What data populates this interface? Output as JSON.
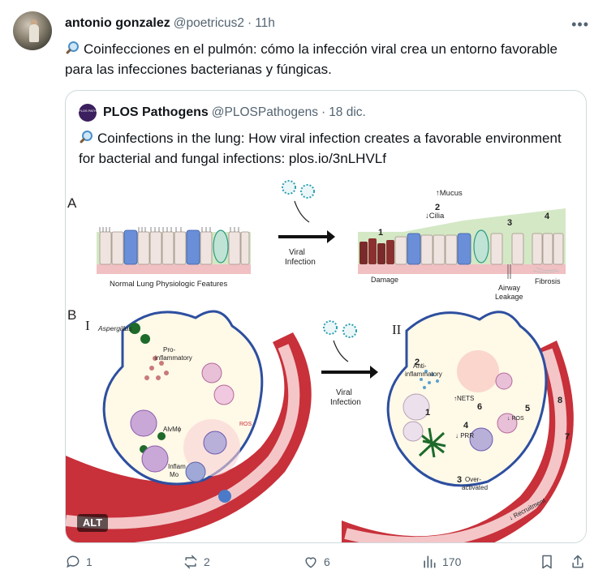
{
  "tweet": {
    "author_name": "antonio gonzalez",
    "handle": "@poetricus2",
    "separator": "·",
    "time": "11h",
    "more_icon": "more-icon",
    "text": "Coinfecciones en el pulmón: cómo la infección viral crea un entorno favorable para las infecciones bacterianas y fúngicas."
  },
  "quoted": {
    "author_name": "PLOS Pathogens",
    "avatar_text": "PLOS PATHOGENS",
    "handle": "@PLOSPathogens",
    "separator": "·",
    "time": "18 dic.",
    "text": "Coinfections in the lung: How viral infection creates a favorable environment for bacterial and fungal infections: plos.io/3nLHVLf",
    "alt_label": "ALT",
    "figure": {
      "panel_a": "A",
      "panel_b": "B",
      "normal_label": "Normal Lung Physiologic Features",
      "viral_infection": [
        "Viral",
        "Infection"
      ],
      "mucus": "↑Mucus",
      "cilia": "↓Cilia",
      "damage": "Damage",
      "airway_leakage": [
        "Airway",
        "Leakage"
      ],
      "fibrosis": "Fibrosis",
      "num_1": "1",
      "num_2": "2",
      "num_3": "3",
      "num_4": "4",
      "roman_1": "I",
      "roman_2": "II",
      "aspergillus": "Aspergillus",
      "pro_inflammatory": [
        "Pro-",
        "inflammatory"
      ],
      "alvm": "AlvMϕ",
      "inflam_mo": [
        "Inflam",
        "Mo"
      ],
      "ros": "ROS",
      "anti_inflammatory": [
        "Anti-",
        "inflammatory"
      ],
      "nets": "↑NETS",
      "ros_down": "↓ ROS",
      "prr": "↓ PRR",
      "over_activated": [
        "Over-",
        "activated"
      ],
      "recruitment": "↓ Recruitment",
      "b_nums": [
        "1",
        "2",
        "3",
        "4",
        "5",
        "6",
        "7",
        "8"
      ]
    }
  },
  "actions": {
    "reply_count": "1",
    "retweet_count": "2",
    "like_count": "6",
    "views_count": "170"
  },
  "colors": {
    "text_primary": "#0f1419",
    "text_secondary": "#536471",
    "border": "#cfd9de",
    "vessel": "#c8303a",
    "alveolus_wall": "#2d4fa0"
  }
}
